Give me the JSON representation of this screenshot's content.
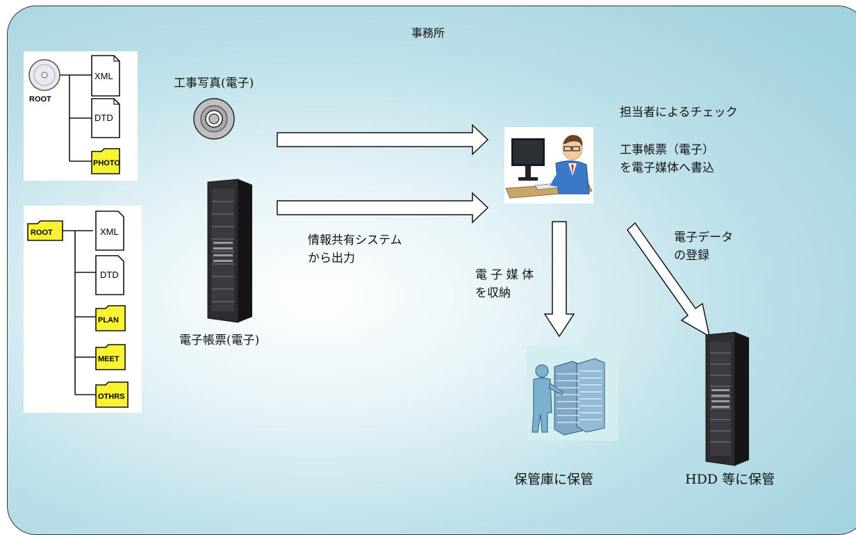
{
  "office_label": "事務所",
  "left_top_title": "工事写真(電子)",
  "left_bottom_title": "電子帳票(電子)",
  "flow_label": [
    "情報共有システム",
    "から出力"
  ],
  "check_title": "担当者によるチェック",
  "check_desc": [
    "工事帳票（電子）",
    "を電子媒体へ書込"
  ],
  "media_label": [
    "電 子 媒 体",
    "を収納"
  ],
  "data_label": [
    "電子データ",
    "の登録"
  ],
  "storage_label": "保管庫に保管",
  "hdd_label": "HDD 等に保管",
  "tree_photo": {
    "root": "ROOT",
    "files": [
      "XML",
      "DTD"
    ],
    "folder": "PHOTO"
  },
  "tree_docs": {
    "root": "ROOT",
    "files": [
      "XML",
      "DTD"
    ],
    "folders": [
      "PLAN",
      "MEET",
      "OTHRS"
    ]
  },
  "colors": {
    "folder_fill": "#f8f233",
    "background": "#a3d3de"
  },
  "icons": [
    "cd-icon",
    "server-icon",
    "person-at-computer-icon",
    "storage-operator-icon",
    "hdd-server-icon"
  ]
}
